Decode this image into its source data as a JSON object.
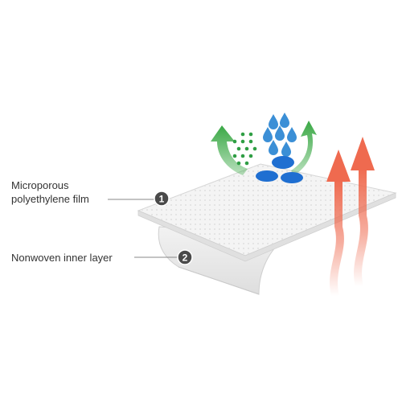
{
  "labels": [
    {
      "id": "1",
      "lines": [
        "Microporous",
        "polyethylene film"
      ]
    },
    {
      "id": "2",
      "lines": [
        "Nonwoven inner layer"
      ]
    }
  ],
  "colors": {
    "film": "#f4f4f4",
    "inner_layer": "#ededed",
    "badge": "#4a4a4a",
    "leader_line": "#888888",
    "green_arrow": "#3aa845",
    "vapor_dots": "#2f9e44",
    "water_drops": "#3b8fd6",
    "blocked_droplets": "#1f6fd1",
    "heat_arrows": "#ef6a4f"
  },
  "icons": {
    "vapor": "vapor-dots-icon",
    "water": "water-drops-icon",
    "escape": "curved-arrow-icon",
    "heat": "heat-arrow-icon"
  }
}
